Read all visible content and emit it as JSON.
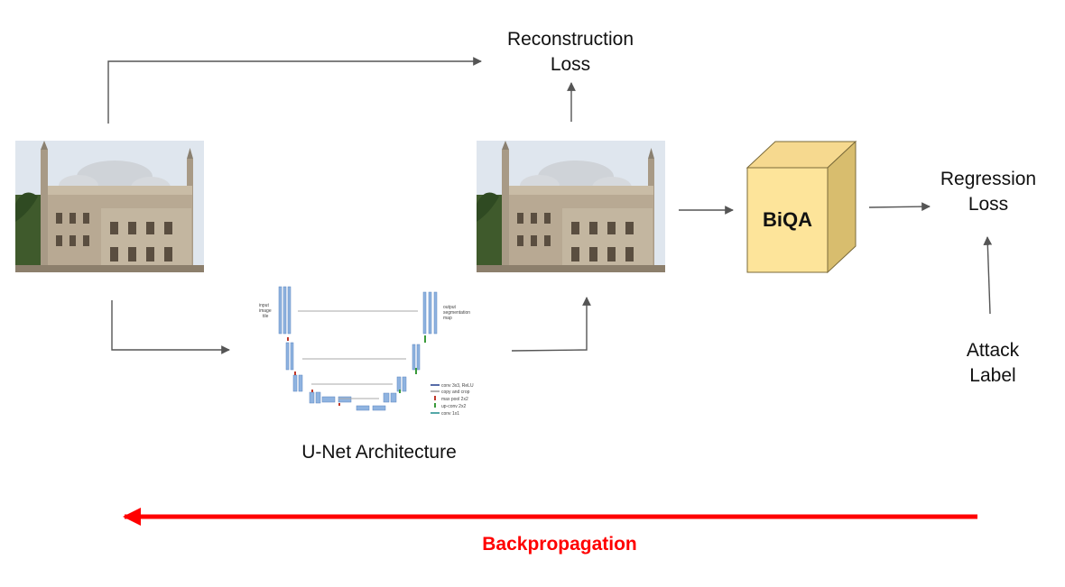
{
  "labels": {
    "reconstruction_loss_line1": "Reconstruction",
    "reconstruction_loss_line2": "Loss",
    "regression_loss_line1": "Regression",
    "regression_loss_line2": "Loss",
    "attack_label_line1": "Attack",
    "attack_label_line2": "Label",
    "unet_caption": "U-Net Architecture",
    "biqa": "BiQA",
    "backpropagation": "Backpropagation"
  },
  "unet_legend": {
    "input_line1": "input",
    "input_line2": "image",
    "input_line3": "tile",
    "output_line1": "output",
    "output_line2": "segmentation",
    "output_line3": "map",
    "conv": "conv 3x3, ReLU",
    "copy_crop": "copy and crop",
    "max_pool": "max pool 2x2",
    "up_conv": "up-conv 2x2",
    "conv1x1": "conv 1x1"
  },
  "colors": {
    "arrow_gray": "#555555",
    "backprop_red": "#ff0000",
    "biqa_front": "#fde49a",
    "biqa_top": "#f6d98f",
    "biqa_side": "#d8bd6e",
    "biqa_edge": "#7a6a3a",
    "sky": "#dfe6ee",
    "stone": "#b8a993"
  },
  "icons": {
    "input_image": "mosque-photo-icon",
    "output_image": "mosque-photo-icon",
    "unet": "unet-diagram-icon",
    "biqa_box": "cube-icon"
  }
}
